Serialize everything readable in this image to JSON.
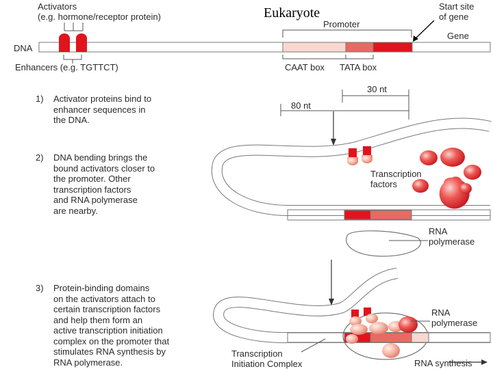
{
  "title": "Eukaryote",
  "top_labels": {
    "activators_line1": "Activators",
    "activators_line2": "(e.g. hormone/receptor protein)",
    "start_line1": "Start site",
    "start_line2": "of gene",
    "promoter": "Promoter",
    "gene": "Gene",
    "dna": "DNA",
    "enhancers": "Enhancers (e.g. TGTTCT)",
    "caat_box": "CAAT box",
    "tata_box": "TATA box"
  },
  "distances": {
    "d30": "30 nt",
    "d80": "80 nt"
  },
  "steps": [
    {
      "num": "1)",
      "text": "Activator proteins bind to\nenhancer sequences in\nthe DNA."
    },
    {
      "num": "2)",
      "text": "DNA bending brings the\nbound activators closer to\nthe promoter. Other\ntranscription factors\nand RNA polymerase\nare nearby."
    },
    {
      "num": "3)",
      "text": "Protein-binding domains\non the activators attach to\ncertain transcription factors\nand help them form an\nactive transcription initiation\ncomplex on the promoter that\nstimulates RNA synthesis by\nRNA polymerase."
    }
  ],
  "mid_labels": {
    "tf_line1": "Transcription",
    "tf_line2": "factors",
    "rnap1_line1": "RNA",
    "rnap1_line2": "polymerase",
    "rnap2_line1": "RNA",
    "rnap2_line2": "polymerase",
    "complex_line1": "Transcription",
    "complex_line2": "Initiation Complex",
    "rna_synthesis": "RNA synthesis"
  },
  "colors": {
    "dark_red": "#e0141c",
    "mid_red": "#e86a62",
    "light_pink": "#f8d8d0",
    "blob_red": "#e84848",
    "blob_pink": "#f0a090"
  }
}
